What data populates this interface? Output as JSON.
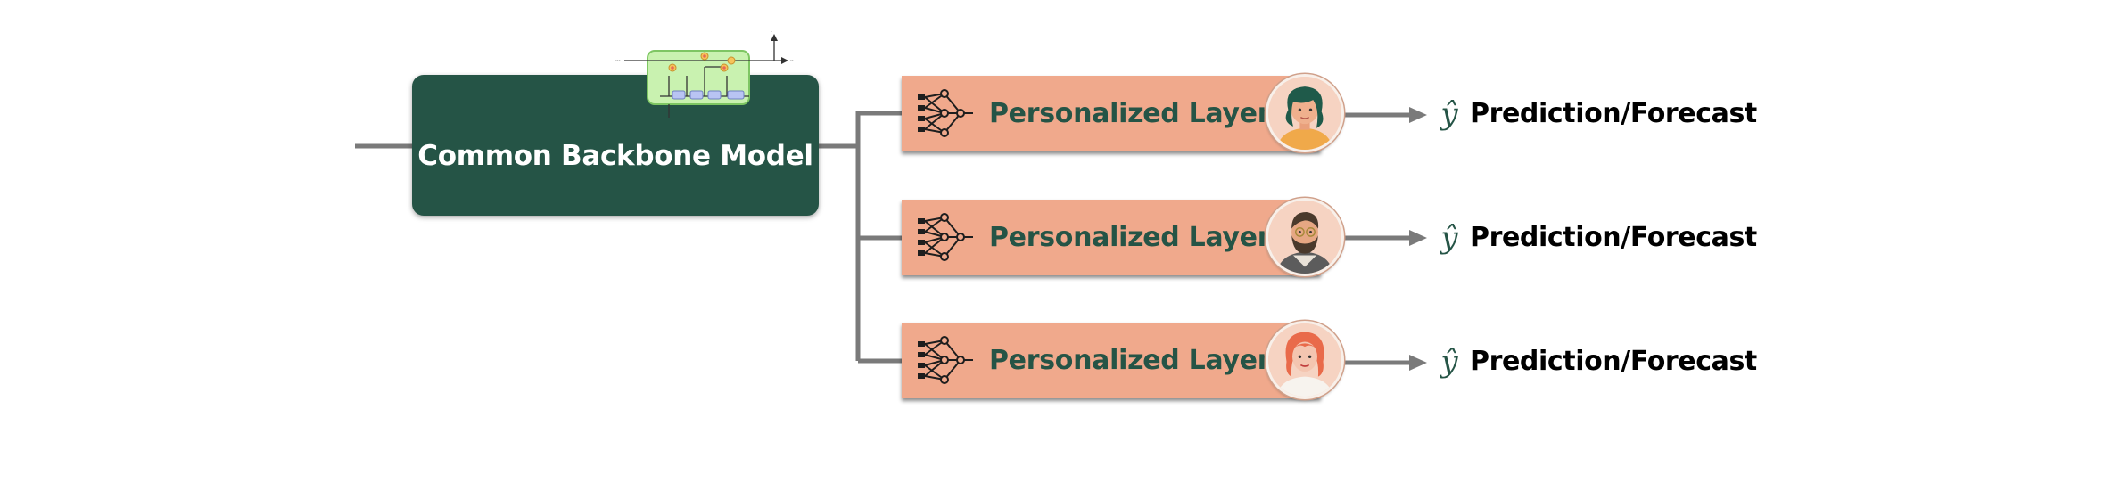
{
  "backbone": {
    "label": "Common Backbone Model"
  },
  "branches": [
    {
      "layer_label": "Personalized Layer",
      "output_symbol": "ŷ",
      "output_label": "Prediction/Forecast",
      "avatar": "woman-dark-hair-avatar-icon"
    },
    {
      "layer_label": "Personalized Layer",
      "output_symbol": "ŷ",
      "output_label": "Prediction/Forecast",
      "avatar": "bearded-man-avatar-icon"
    },
    {
      "layer_label": "Personalized Layer",
      "output_symbol": "ŷ",
      "output_label": "Prediction/Forecast",
      "avatar": "woman-red-hair-avatar-icon"
    }
  ],
  "colors": {
    "backbone": "#255446",
    "layer": "#f0a98c",
    "lstm_cell": "#c9f2b0",
    "connector": "#7a7a7a",
    "label_green": "#255446"
  },
  "icons": {
    "lstm": "lstm-cell-diagram-icon",
    "network": "neural-network-icon"
  }
}
